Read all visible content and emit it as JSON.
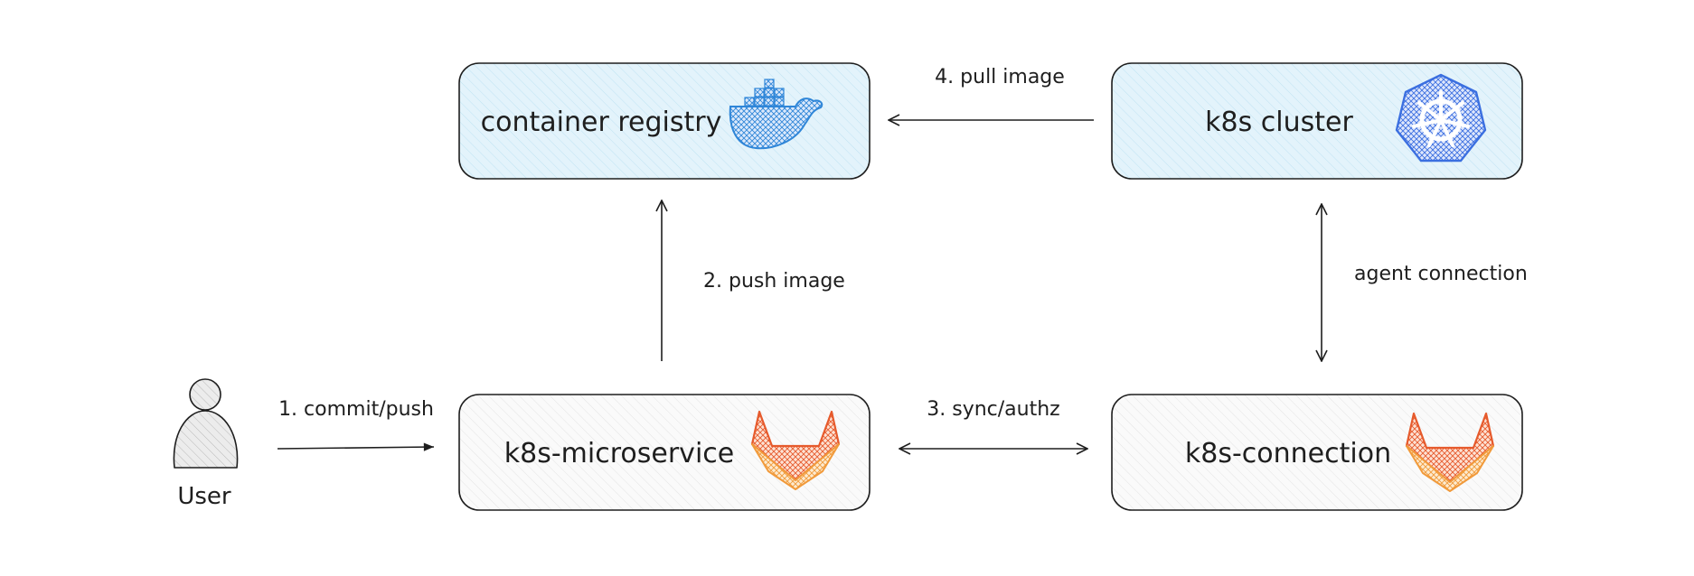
{
  "nodes": {
    "registry": {
      "label": "container registry",
      "icon": "docker-icon"
    },
    "cluster": {
      "label": "k8s cluster",
      "icon": "kubernetes-icon"
    },
    "microservice": {
      "label": "k8s-microservice",
      "icon": "gitlab-icon"
    },
    "connection": {
      "label": "k8s-connection",
      "icon": "gitlab-icon"
    },
    "user": {
      "label": "User",
      "icon": "user-icon"
    }
  },
  "edges": {
    "commit_push": "1. commit/push",
    "push_image": "2. push image",
    "sync_authz": "3. sync/authz",
    "pull_image": "4. pull image",
    "agent_connection": "agent connection"
  },
  "colors": {
    "blue_fill": "#e3f3fb",
    "gray_fill": "#f7f7f7",
    "docker_blue": "#2f86d8",
    "k8s_blue": "#3b6fe0",
    "gitlab_orange": "#e65a2c",
    "gitlab_light": "#f5a342",
    "stroke": "#1e1e1e"
  }
}
